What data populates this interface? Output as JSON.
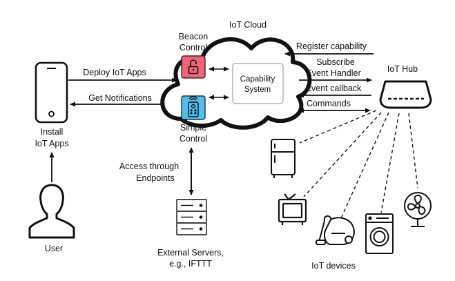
{
  "cloud": {
    "title": "IoT Cloud"
  },
  "beacon_control": {
    "line1": "Beacon",
    "line2": "Control"
  },
  "simple_control": {
    "line1": "Simple",
    "line2": "Control"
  },
  "capability_system": {
    "line1": "Capability",
    "line2": "System"
  },
  "hub": {
    "title": "IoT Hub"
  },
  "phone": {
    "line1": "Install",
    "line2": "IoT Apps"
  },
  "user": {
    "label": "User"
  },
  "servers": {
    "line1": "External Servers,",
    "line2": "e.g., IFTTT"
  },
  "devices": {
    "label": "IoT devices"
  },
  "arrows": {
    "deploy": "Deploy IoT Apps",
    "notifications": "Get Notifications",
    "register": "Register capability",
    "subscribe_line1": "Subscribe",
    "subscribe_line2": "Event Handler",
    "event_callback": "Event callback",
    "commands": "Commands",
    "access_line1": "Access through",
    "access_line2": "Endpoints"
  },
  "colors": {
    "beacon_fill": "#f0647a",
    "simple_fill": "#4fc0ee",
    "stroke": "#111111"
  },
  "icons": {
    "beacon": "unlocked-padlock-icon",
    "simple": "remote-control-icon",
    "phone": "smartphone-icon",
    "user": "user-silhouette-icon",
    "servers": "server-rack-icon",
    "hub": "hub-device-icon",
    "devices": [
      "refrigerator-icon",
      "television-icon",
      "vacuum-cleaner-icon",
      "washing-machine-icon",
      "fan-icon"
    ]
  }
}
